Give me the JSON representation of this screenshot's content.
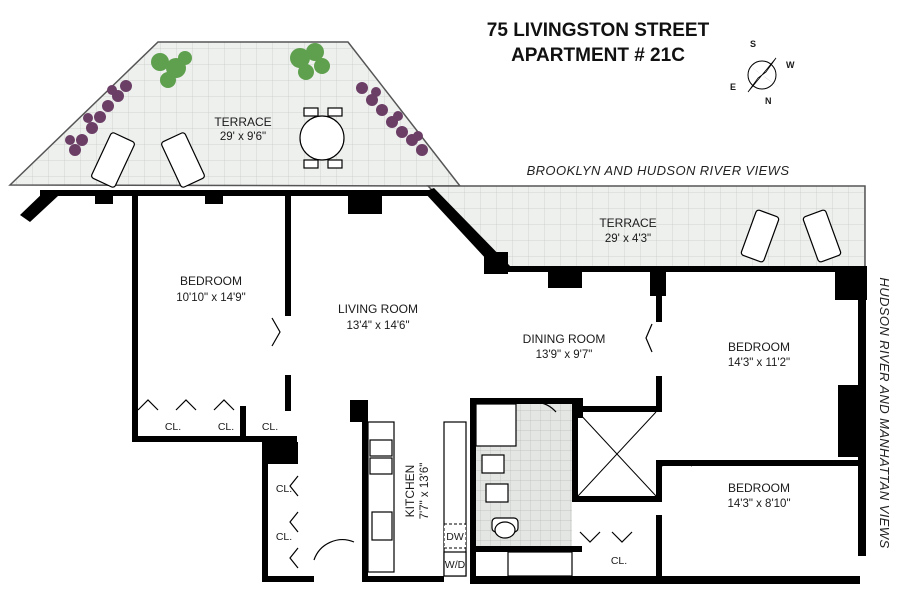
{
  "header": {
    "title_line1": "75 LIVINGSTON STREET",
    "title_line2": "APARTMENT # 21C"
  },
  "compass": {
    "labels": [
      "S",
      "W",
      "E",
      "N"
    ]
  },
  "views": {
    "top": "BROOKLYN AND HUDSON RIVER VIEWS",
    "right": "HUDSON RIVER AND MANHATTAN VIEWS"
  },
  "rooms": {
    "terrace_upper": {
      "name": "TERRACE",
      "dim": "29' x 9'6\""
    },
    "terrace_lower": {
      "name": "TERRACE",
      "dim": "29' x 4'3\""
    },
    "bedroom_left": {
      "name": "BEDROOM",
      "dim": "10'10\" x 14'9\""
    },
    "living_room": {
      "name": "LIVING ROOM",
      "dim": "13'4\" x 14'6\""
    },
    "dining_room": {
      "name": "DINING ROOM",
      "dim": "13'9\" x 9'7\""
    },
    "bedroom_right_top": {
      "name": "BEDROOM",
      "dim": "14'3\" x 11'2\""
    },
    "bedroom_right_bottom": {
      "name": "BEDROOM",
      "dim": "14'3\" x 8'10\""
    },
    "kitchen": {
      "name": "KITCHEN",
      "dim": "7'7\" x 13'6\""
    }
  },
  "closets": [
    "CL.",
    "CL.",
    "CL.",
    "CL.",
    "CL.",
    "CL."
  ],
  "appliances": {
    "dishwasher": "DW",
    "washer_dryer": "W/D"
  },
  "colors": {
    "wall": "#000000",
    "terrace_tile": "#eef0ee",
    "bath_tile": "#e4e6e4",
    "plant_green": "#5fa04e",
    "flower_purple": "#6b3e66"
  }
}
